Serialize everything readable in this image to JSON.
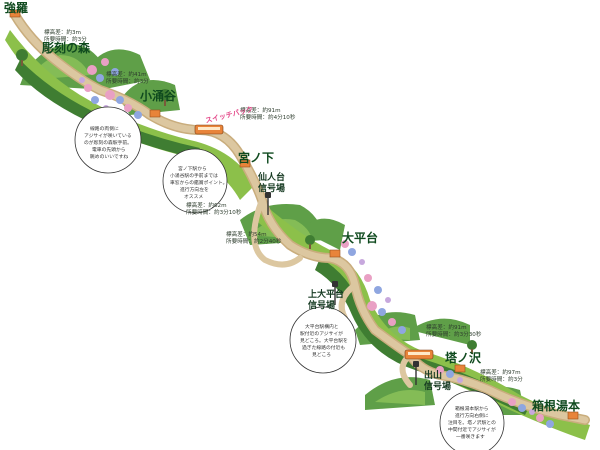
{
  "colors": {
    "route": "#dcc7a0",
    "route_edge": "#c9ad7d",
    "grass_dark": "#3f7d32",
    "grass_light": "#8fbf4a",
    "hill": "#6aa84f",
    "hydrangea_blue": "#8fa6e0",
    "hydrangea_pink": "#e9a0c4",
    "label_green": "#0f4a1e",
    "banner_pink": "#e44a8a",
    "train_orange": "#e8843a"
  },
  "stations": [
    {
      "key": "gora",
      "label": "強羅"
    },
    {
      "key": "chokoku",
      "label": "彫刻の森"
    },
    {
      "key": "kowakidani",
      "label": "小涌谷"
    },
    {
      "key": "miyanoshita",
      "label": "宮ノ下"
    },
    {
      "key": "ohiradai",
      "label": "大平台"
    },
    {
      "key": "tonosawa",
      "label": "塔ノ沢"
    },
    {
      "key": "yumoto",
      "label": "箱根湯本"
    }
  ],
  "signal_stations": [
    {
      "key": "sennindai",
      "line1": "仙人台",
      "line2": "信号場"
    },
    {
      "key": "kami_ohiradai",
      "line1": "上大平台",
      "line2": "信号場"
    },
    {
      "key": "deyama",
      "line1": "出山",
      "line2": "信号場"
    }
  ],
  "segments": [
    {
      "line1": "標高差：約3m",
      "line2": "所要時間：約3分"
    },
    {
      "line1": "標高差：約41m",
      "line2": "所要時間：約3分"
    },
    {
      "line1": "標高差：約91m",
      "line2": "所要時間：約4分10秒"
    },
    {
      "line1": "標高差：約62m",
      "line2": "所要時間：約3分10秒"
    },
    {
      "line1": "標高差：約54m",
      "line2": "所要時間：約2分40秒"
    },
    {
      "line1": "標高差：約91m",
      "line2": "所要時間：約3分30秒"
    },
    {
      "line1": "標高差：約97m",
      "line2": "所要時間：約3分"
    }
  ],
  "callouts": [
    {
      "lines": [
        "線路の両側に",
        "アジサイが咲いている",
        "のが彫刻の森駅手前。",
        "電車の先頭から",
        "眺めのいいですね"
      ]
    },
    {
      "lines": [
        "宮ノ下駅から",
        "小涌谷駅の手前までは",
        "車窓からの鑑賞ポイント。",
        "進行方向左を",
        "オススメ"
      ]
    },
    {
      "lines": [
        "大平台駅構内と",
        "駅付近のアジサイが",
        "見どころ。大平台駅を",
        "過ぎた線路の付近も",
        "見どころ"
      ]
    },
    {
      "lines": [
        "箱根湯本駅から",
        "進行方向右側に",
        "注目を。塔ノ沢駅との",
        "中間付近でアジサイが",
        "一番咲きます"
      ]
    }
  ],
  "banner": {
    "text": "スイッチバック"
  }
}
